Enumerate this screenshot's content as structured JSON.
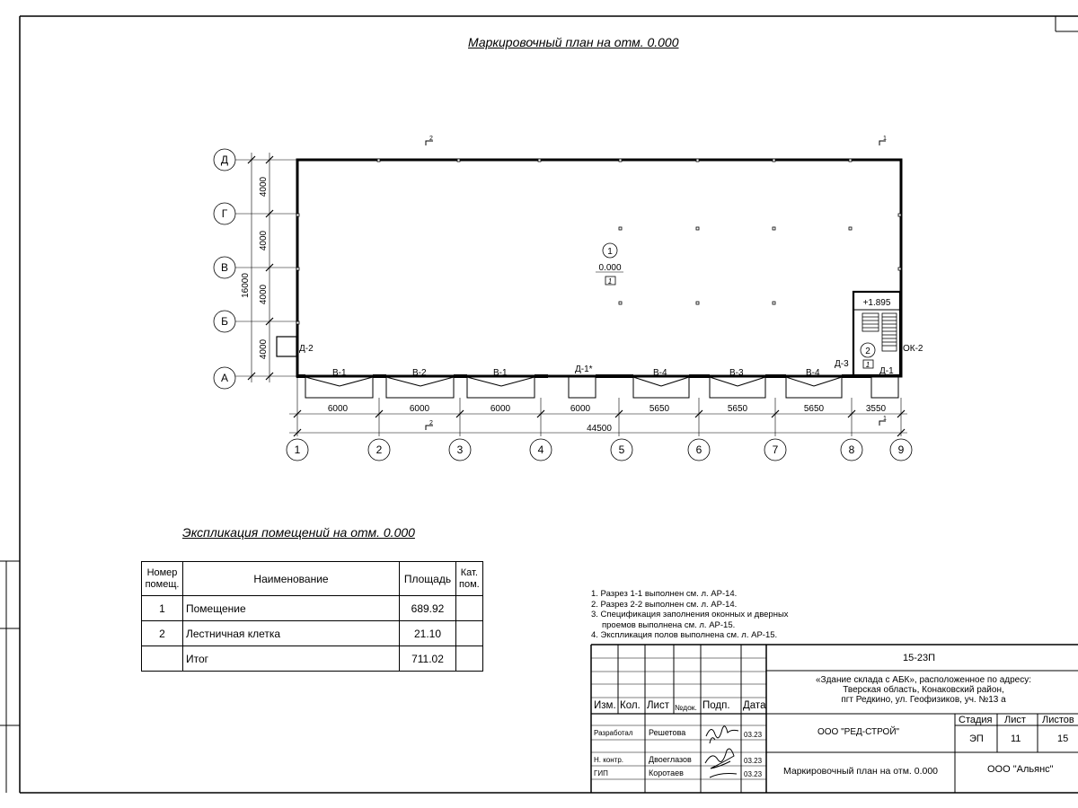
{
  "plan_title": "Маркировочный план на отм. 0.000",
  "axes_letters": [
    "Д",
    "Г",
    "В",
    "Б",
    "А"
  ],
  "axes_numbers": [
    "1",
    "2",
    "3",
    "4",
    "5",
    "6",
    "7",
    "8",
    "9"
  ],
  "vertical_dims": [
    "4000",
    "4000",
    "4000",
    "4000"
  ],
  "vertical_total": "16000",
  "horizontal_dims": [
    "6000",
    "6000",
    "6000",
    "6000",
    "5650",
    "5650",
    "5650",
    "3550"
  ],
  "horizontal_total": "44500",
  "section_marks": {
    "s2": "2",
    "s1": "1"
  },
  "room1": {
    "num": "1",
    "level": "0.000",
    "floor": "1"
  },
  "room2": {
    "num": "2",
    "floor": "1",
    "level": "+1.895"
  },
  "openings": {
    "d2": "Д-2",
    "d1star": "Д-1*",
    "d3": "Д-3",
    "d1": "Д-1",
    "ok2": "ОК-2",
    "gates": [
      "В-1",
      "В-2",
      "В-1",
      "В-4",
      "В-3",
      "В-4"
    ]
  },
  "explication": {
    "title": "Экспликация помещений на отм. 0.000",
    "headers": {
      "num": "Номер помещ.",
      "name": "Наименование",
      "area": "Площадь",
      "cat": "Кат. пом."
    },
    "rows": [
      {
        "num": "1",
        "name": "Помещение",
        "area": "689.92",
        "cat": ""
      },
      {
        "num": "2",
        "name": "Лестничная клетка",
        "area": "21.10",
        "cat": ""
      },
      {
        "num": "",
        "name": "Итог",
        "area": "711.02",
        "cat": ""
      }
    ]
  },
  "notes": [
    "1. Разрез 1-1 выполнен см. л. АР-14.",
    "2. Разрез 2-2 выполнен см. л. АР-14.",
    "3. Спецификация заполнения оконных и дверных",
    "    проемов выполнена см. л. АР-15.",
    "4. Экспликация полов выполнена см. л. АР-15."
  ],
  "stamp": {
    "code": "15-23П",
    "object": [
      "«Здание склада с АБК», расположенное по адресу:",
      "Тверская область, Конаковский район,",
      "пгт Редкино, ул. Геофизиков, уч. №13 а"
    ],
    "col_izm": "Изм.",
    "col_kol": "Кол.",
    "col_list": "Лист",
    "col_ndok": "№док.",
    "col_podp": "Подп.",
    "col_data": "Дата",
    "roles": [
      {
        "role": "Разработал",
        "name": "Решетова",
        "date": "03.23"
      },
      {
        "role": "Н. контр.",
        "name": "Двоеглазов",
        "date": "03.23"
      },
      {
        "role": "ГИП",
        "name": "Коротаев",
        "date": "03.23"
      }
    ],
    "company": "ООО \"РЕД-СТРОЙ\"",
    "stadiya_label": "Стадия",
    "list_label": "Лист",
    "listov_label": "Листов",
    "stadiya": "ЭП",
    "list": "11",
    "listov": "15",
    "sheet_title": "Маркировочный план на отм. 0.000",
    "org": "ООО \"Альянс\""
  }
}
